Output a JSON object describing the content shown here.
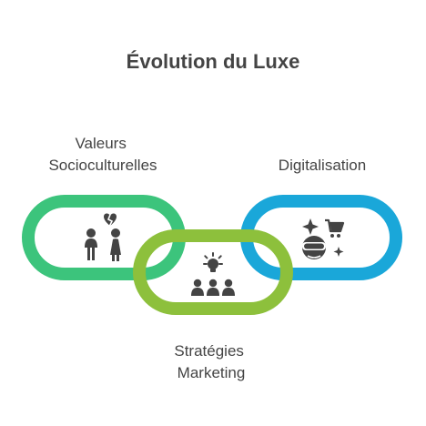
{
  "title": "Évolution du Luxe",
  "links": [
    {
      "id": "valeurs",
      "label_lines": [
        "Valeurs",
        "Socioculturelles"
      ],
      "color": "#3cc47c",
      "icon": "broken-heart-couple-icon"
    },
    {
      "id": "strategies",
      "label_lines": [
        "Stratégies",
        "Marketing"
      ],
      "color": "#8dc03c",
      "icon": "idea-team-icon"
    },
    {
      "id": "digitalisation",
      "label_lines": [
        "Digitalisation"
      ],
      "color": "#1aa7d9",
      "icon": "vr-shopping-icon"
    }
  ]
}
